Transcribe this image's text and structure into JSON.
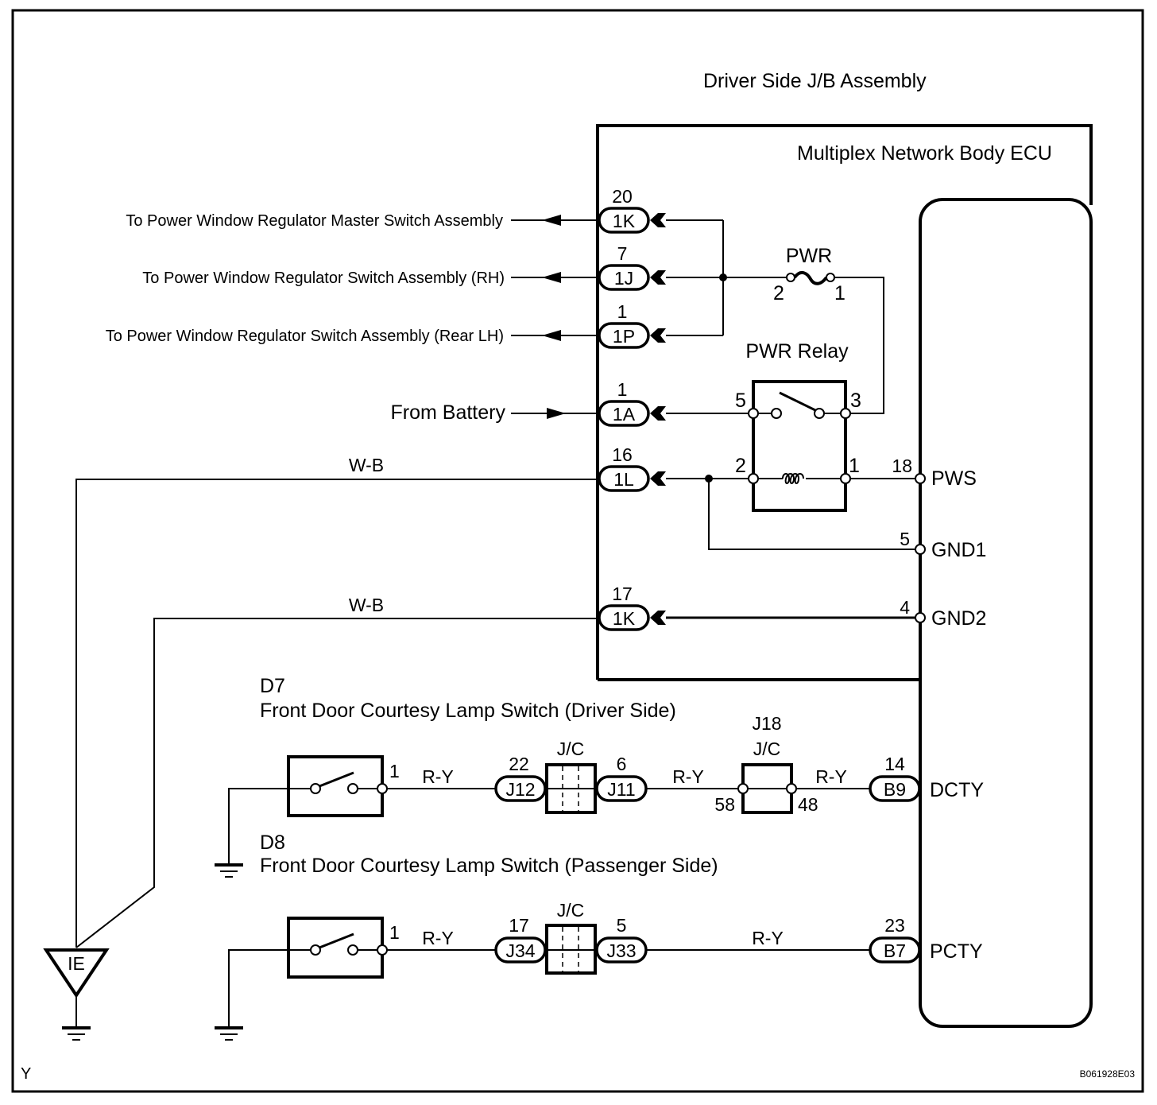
{
  "diagram": {
    "title": "Driver Side J/B Assembly",
    "ecu_label": "Multiplex Network Body ECU",
    "figure_id": "B061928E03",
    "corner_mark": "Y",
    "colors": {
      "line": "#000000",
      "background": "#ffffff"
    }
  },
  "outputs": [
    {
      "label": "To Power Window Regulator Master Switch Assembly",
      "pin": "20",
      "connector": "1K"
    },
    {
      "label": "To Power Window Regulator Switch Assembly (RH)",
      "pin": "7",
      "connector": "1J"
    },
    {
      "label": "To Power Window Regulator Switch Assembly (Rear LH)",
      "pin": "1",
      "connector": "1P"
    }
  ],
  "battery": {
    "label": "From Battery",
    "pin": "1",
    "connector": "1A"
  },
  "fuse": {
    "name": "PWR",
    "pin_left": "2",
    "pin_right": "1"
  },
  "relay": {
    "name": "PWR Relay",
    "pin_5": "5",
    "pin_3": "3",
    "pin_2": "2",
    "pin_1": "1"
  },
  "ground_wires": [
    {
      "color_code": "W-B",
      "pin": "16",
      "connector": "1L"
    },
    {
      "color_code": "W-B",
      "pin": "17",
      "connector": "1K"
    }
  ],
  "ecu_terminals": [
    {
      "pin": "18",
      "name": "PWS"
    },
    {
      "pin": "5",
      "name": "GND1"
    },
    {
      "pin": "4",
      "name": "GND2"
    },
    {
      "pin": "14",
      "name": "DCTY"
    },
    {
      "pin": "23",
      "name": "PCTY"
    }
  ],
  "ground_point": {
    "label": "IE"
  },
  "driver_switch": {
    "code": "D7",
    "name": "Front Door Courtesy Lamp Switch (Driver Side)",
    "pin": "1",
    "wire1": "R-Y",
    "jc_label": "J/C",
    "jc_in_pin": "22",
    "jc_in_conn": "J12",
    "jc_out_pin": "6",
    "jc_out_conn": "J11",
    "wire2": "R-Y",
    "j18_code": "J18",
    "j18_label": "J/C",
    "j18_in_pin": "58",
    "j18_out_pin": "48",
    "wire3": "R-Y",
    "ecu_conn": "B9"
  },
  "passenger_switch": {
    "code": "D8",
    "name": "Front Door Courtesy Lamp Switch (Passenger Side)",
    "pin": "1",
    "wire1": "R-Y",
    "jc_label": "J/C",
    "jc_in_pin": "17",
    "jc_in_conn": "J34",
    "jc_out_pin": "5",
    "jc_out_conn": "J33",
    "wire2": "R-Y",
    "ecu_conn": "B7"
  }
}
